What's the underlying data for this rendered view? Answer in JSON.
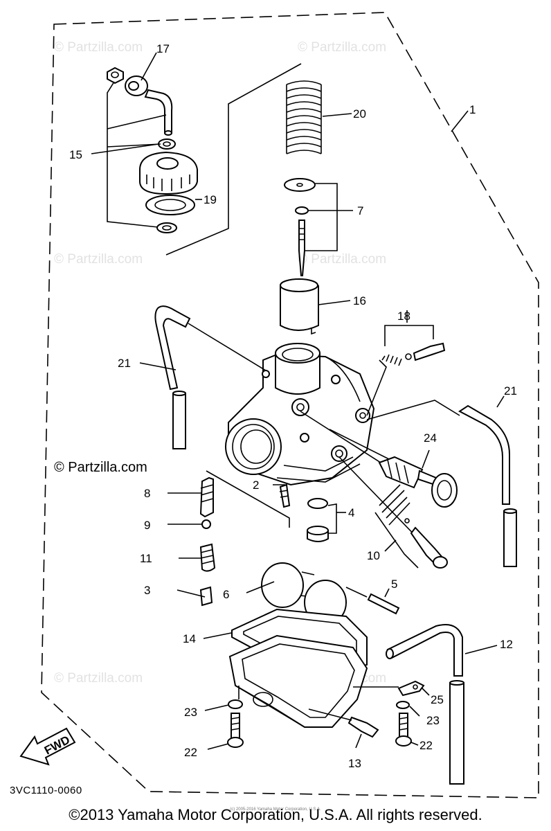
{
  "watermark": "© Partzilla.com",
  "brand_notice": "© Partzilla.com",
  "diagram_code": "3VC1110-0060",
  "copyright": "©2013 Yamaha Motor Corporation, U.S.A. All rights reserved.",
  "fine_print": "(c) 2005-2016 Yamaha Motor Corporation, U.S.A.",
  "fwd_label": "FWD",
  "callouts": [
    "1",
    "2",
    "3",
    "4",
    "5",
    "6",
    "7",
    "8",
    "9",
    "10",
    "11",
    "12",
    "13",
    "14",
    "15",
    "16",
    "17",
    "18",
    "19",
    "20",
    "21",
    "21",
    "22",
    "22",
    "23",
    "23",
    "24",
    "25"
  ],
  "colors": {
    "ink": "#000000",
    "watermark": "#e2e2e2",
    "background": "#ffffff"
  }
}
